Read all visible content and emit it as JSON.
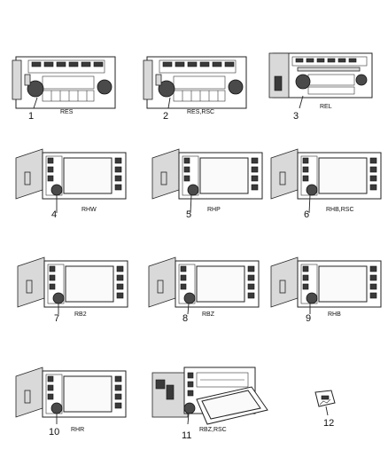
{
  "parts": [
    {
      "num": "1",
      "code": "RES"
    },
    {
      "num": "2",
      "code": "RES,RSC"
    },
    {
      "num": "3",
      "code": "REL"
    },
    {
      "num": "4",
      "code": "RHW"
    },
    {
      "num": "5",
      "code": "RHP"
    },
    {
      "num": "6",
      "code": "RHB,RSC"
    },
    {
      "num": "7",
      "code": "RB2"
    },
    {
      "num": "8",
      "code": "RBZ"
    },
    {
      "num": "9",
      "code": "RHB"
    },
    {
      "num": "10",
      "code": "RHR"
    },
    {
      "num": "11",
      "code": "RBZ,RSC"
    },
    {
      "num": "12",
      "code": ""
    }
  ]
}
